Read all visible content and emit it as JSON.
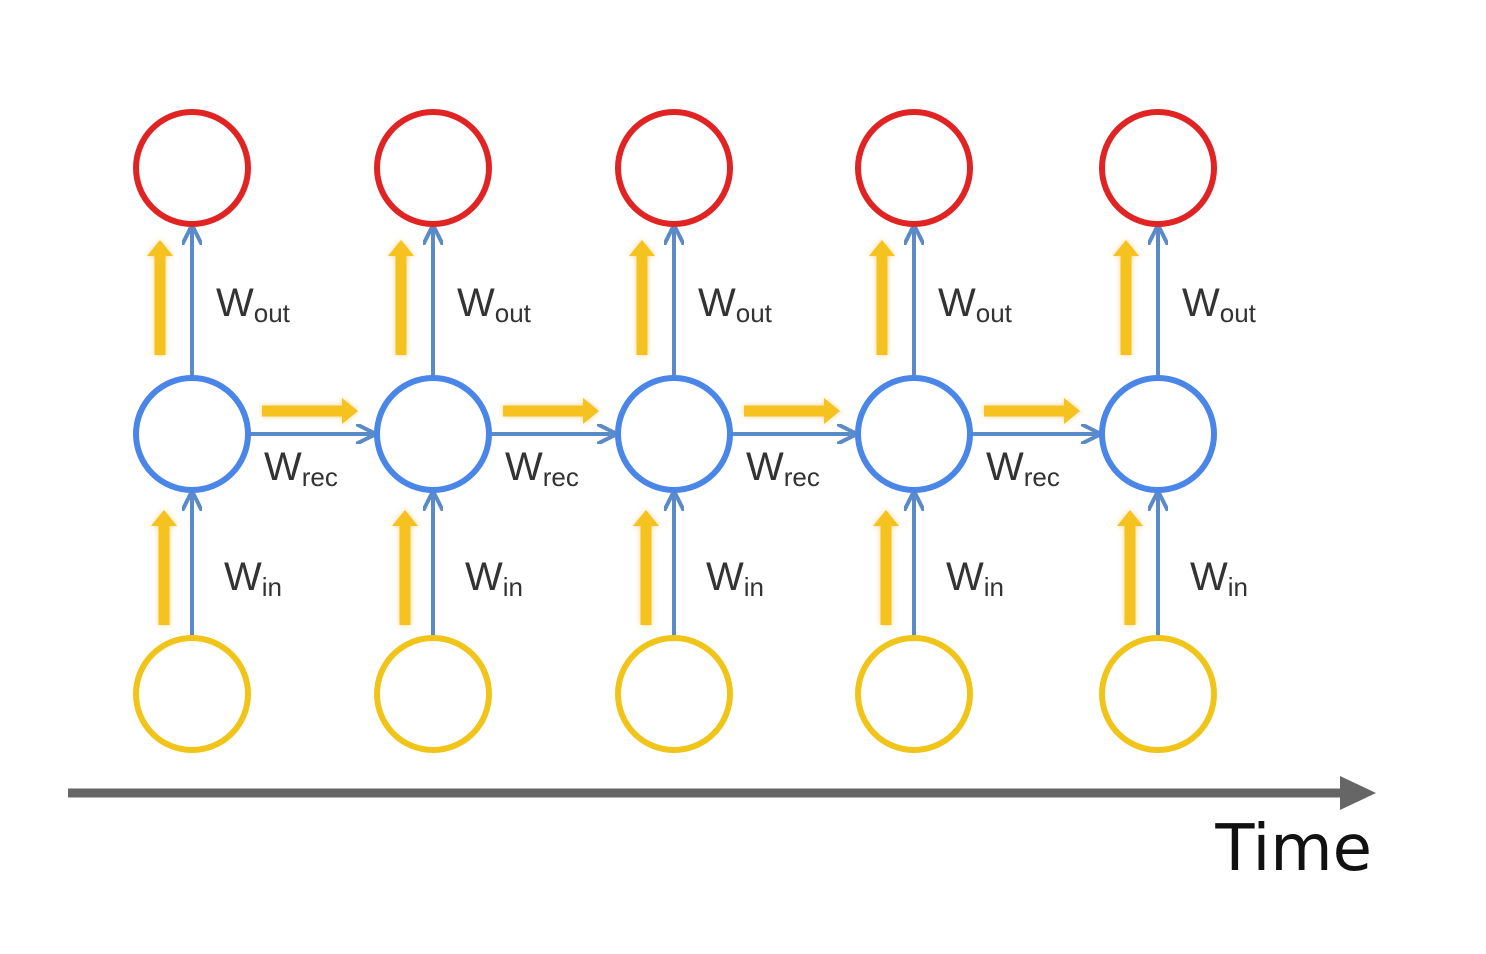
{
  "colors": {
    "output": "#e02424",
    "hidden": "#4a86e8",
    "input": "#f0c419",
    "connection": "#5b8ac9",
    "gradient": "#f5c220",
    "axis": "#666666"
  },
  "weights": {
    "out": {
      "main": "W",
      "sub": "out"
    },
    "rec": {
      "main": "W",
      "sub": "rec"
    },
    "in": {
      "main": "W",
      "sub": "in"
    }
  },
  "timeline": {
    "label": "Time"
  },
  "steps": [
    {},
    {},
    {},
    {},
    {}
  ]
}
